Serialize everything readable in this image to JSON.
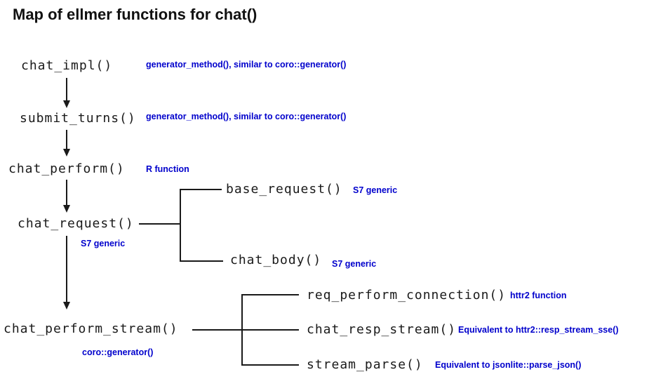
{
  "title": "Map of ellmer functions for chat()",
  "colors": {
    "annotation_blue": "#0000cc",
    "ink": "#1a1a1a",
    "background": "#ffffff"
  },
  "nodes": {
    "chat_impl": {
      "label": "chat_impl()",
      "note": "generator_method(), similar to coro::generator()"
    },
    "submit_turns": {
      "label": "submit_turns()",
      "note": "generator_method(), similar to coro::generator()"
    },
    "chat_perform": {
      "label": "chat_perform()",
      "note": "R function"
    },
    "chat_request": {
      "label": "chat_request()",
      "note": "S7 generic"
    },
    "base_request": {
      "label": "base_request()",
      "note": "S7 generic"
    },
    "chat_body": {
      "label": "chat_body()",
      "note": "S7 generic"
    },
    "chat_perform_stream": {
      "label": "chat_perform_stream()",
      "note": "coro::generator()"
    },
    "req_perform_connection": {
      "label": "req_perform_connection()",
      "note": "httr2 function"
    },
    "chat_resp_stream": {
      "label": "chat_resp_stream()",
      "note": "Equivalent to httr2::resp_stream_sse()"
    },
    "stream_parse": {
      "label": "stream_parse()",
      "note": "Equivalent to jsonlite::parse_json()"
    }
  }
}
